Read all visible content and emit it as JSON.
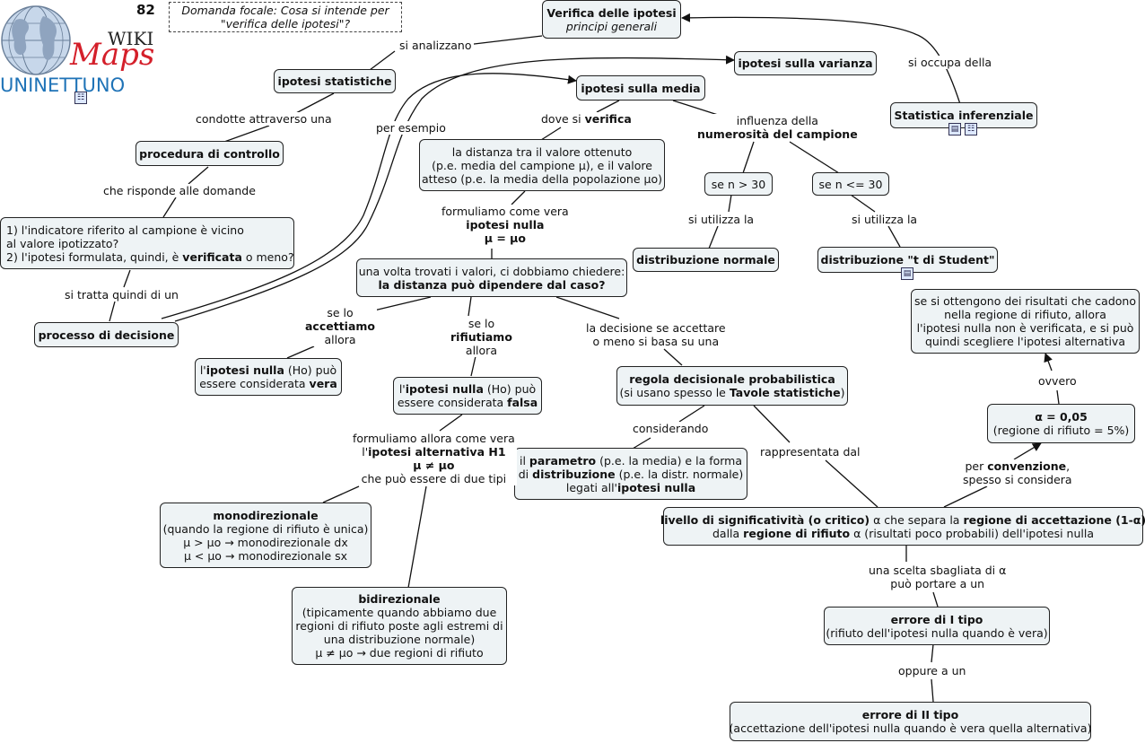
{
  "page_number": "82",
  "focal": {
    "line1": "Domanda focale:",
    "line2": "Cosa si intende per \"verifica delle ipotesi\"?"
  },
  "logo": {
    "wiki": "WIKI",
    "maps": "Maps",
    "uni": "UNINETTUNO"
  },
  "nodes": {
    "verifica": {
      "title": "Verifica delle ipotesi",
      "sub": "principi generali"
    },
    "varianza": "ipotesi sulla varianza",
    "media": "ipotesi sulla media",
    "statistiche": "ipotesi statistiche",
    "inferenziale": "Statistica inferenziale",
    "procedura": "procedura di controllo",
    "distanza": {
      "l1": "la distanza tra il valore ottenuto",
      "l2": "(p.e. media del campione μ), e il valore",
      "l3": "atteso (p.e. la media della popolazione μo)"
    },
    "n_gt30": "se n > 30",
    "n_le30": "se n <= 30",
    "domande": {
      "l1": "1) l'indicatore riferito al campione è vicino",
      "l2": "al valore ipotizzato?",
      "l3a": "2) l'ipotesi formulata, quindi, è ",
      "l3b": "verificata",
      "l3c": " o meno?"
    },
    "normale": "distribuzione normale",
    "student": "distribuzione \"t di Student\"",
    "chiedere": {
      "l1": "una volta trovati i valori, ci dobbiamo chiedere:",
      "l2": "la distanza può dipendere dal caso?"
    },
    "regione_rifiuto": {
      "l1": "se si ottengono dei risultati che cadono",
      "l2": "nella regione di rifiuto, allora",
      "l3": "l'ipotesi nulla non è verificata, e si può",
      "l4": "quindi scegliere l'ipotesi alternativa"
    },
    "decisione": "processo di decisione",
    "vera": {
      "a": "l'",
      "b": "ipotesi nulla",
      "c": " (Ho) può",
      "d": "essere considerata ",
      "e": "vera"
    },
    "falsa": {
      "a": "l'",
      "b": "ipotesi nulla",
      "c": " (Ho) può",
      "d": "essere considerata ",
      "e": "falsa"
    },
    "regola": {
      "l1": "regola decisionale probabilistica",
      "l2a": "(si usano spesso le ",
      "l2b": "Tavole statistiche",
      "l2c": ")"
    },
    "alfa": {
      "l1": "α = 0,05",
      "l2": "(regione di rifiuto = 5%)"
    },
    "parametro": {
      "a": "il ",
      "b": "parametro",
      "c": " (p.e. la media) e la forma",
      "d": "di ",
      "e": "distribuzione",
      "f": " (p.e. la distr. normale)",
      "g": "legati all'",
      "h": "ipotesi nulla"
    },
    "livello": {
      "a": "livello di significatività (o critico)",
      "b": " α che separa la ",
      "c": "regione di accettazione (1-α)",
      "d": "dalla ",
      "e": "regione di rifiuto",
      "f": " α (risultati poco probabili) dell'ipotesi nulla"
    },
    "mono": {
      "l1": "monodirezionale",
      "l2": "(quando la regione di rifiuto è unica)",
      "l3": "μ > μo → monodirezionale dx",
      "l4": "μ < μo → monodirezionale sx"
    },
    "bi": {
      "l1": "bidirezionale",
      "l2": "(tipicamente quando abbiamo due",
      "l3": "regioni di rifiuto poste agli estremi di",
      "l4": "una distribuzione normale)",
      "l5": "μ ≠ μo → due regioni di rifiuto"
    },
    "errore1": {
      "l1": "errore di I tipo",
      "l2": "(rifiuto dell'ipotesi nulla quando è vera)"
    },
    "errore2": {
      "l1": "errore di II tipo",
      "l2": "(accettazione dell'ipotesi nulla quando è vera quella alternativa)"
    }
  },
  "links": {
    "si_analizzano": "si analizzano",
    "si_occupa": "si occupa della",
    "condotte": "condotte attraverso una",
    "per_esempio": "per esempio",
    "dove_verifica_a": "dove si ",
    "dove_verifica_b": "verifica",
    "influenza_a": "influenza della",
    "influenza_b": "numerosità del campione",
    "risponde": "che risponde alle domande",
    "utilizza1": "si utilizza la",
    "utilizza2": "si utilizza la",
    "formuliamo_a": "formuliamo come vera",
    "formuliamo_b": "ipotesi nulla",
    "formuliamo_c": "μ = μo",
    "si_tratta": "si tratta quindi di un",
    "accettiamo_a": "se lo",
    "accettiamo_b": "accettiamo",
    "accettiamo_c": "allora",
    "rifiutiamo_a": "se lo",
    "rifiutiamo_b": "rifiutiamo",
    "rifiutiamo_c": "allora",
    "base_a": "la decisione se accettare",
    "base_b": "o meno si basa su una",
    "ovvero": "ovvero",
    "considerando": "considerando",
    "rappresentata": "rappresentata dal",
    "convenzione_a": "per ",
    "convenzione_b": "convenzione",
    "convenzione_c": ",",
    "convenzione_d": "spesso si considera",
    "alternativa_a": "formuliamo allora come vera",
    "alternativa_b": "l'",
    "alternativa_c": "ipotesi alternativa H1",
    "alternativa_d": "μ ≠ μo",
    "alternativa_e": "che può essere di due tipi",
    "scelta_a": "una scelta sbagliata di α",
    "scelta_b": "può portare a un",
    "oppure": "oppure a un"
  }
}
